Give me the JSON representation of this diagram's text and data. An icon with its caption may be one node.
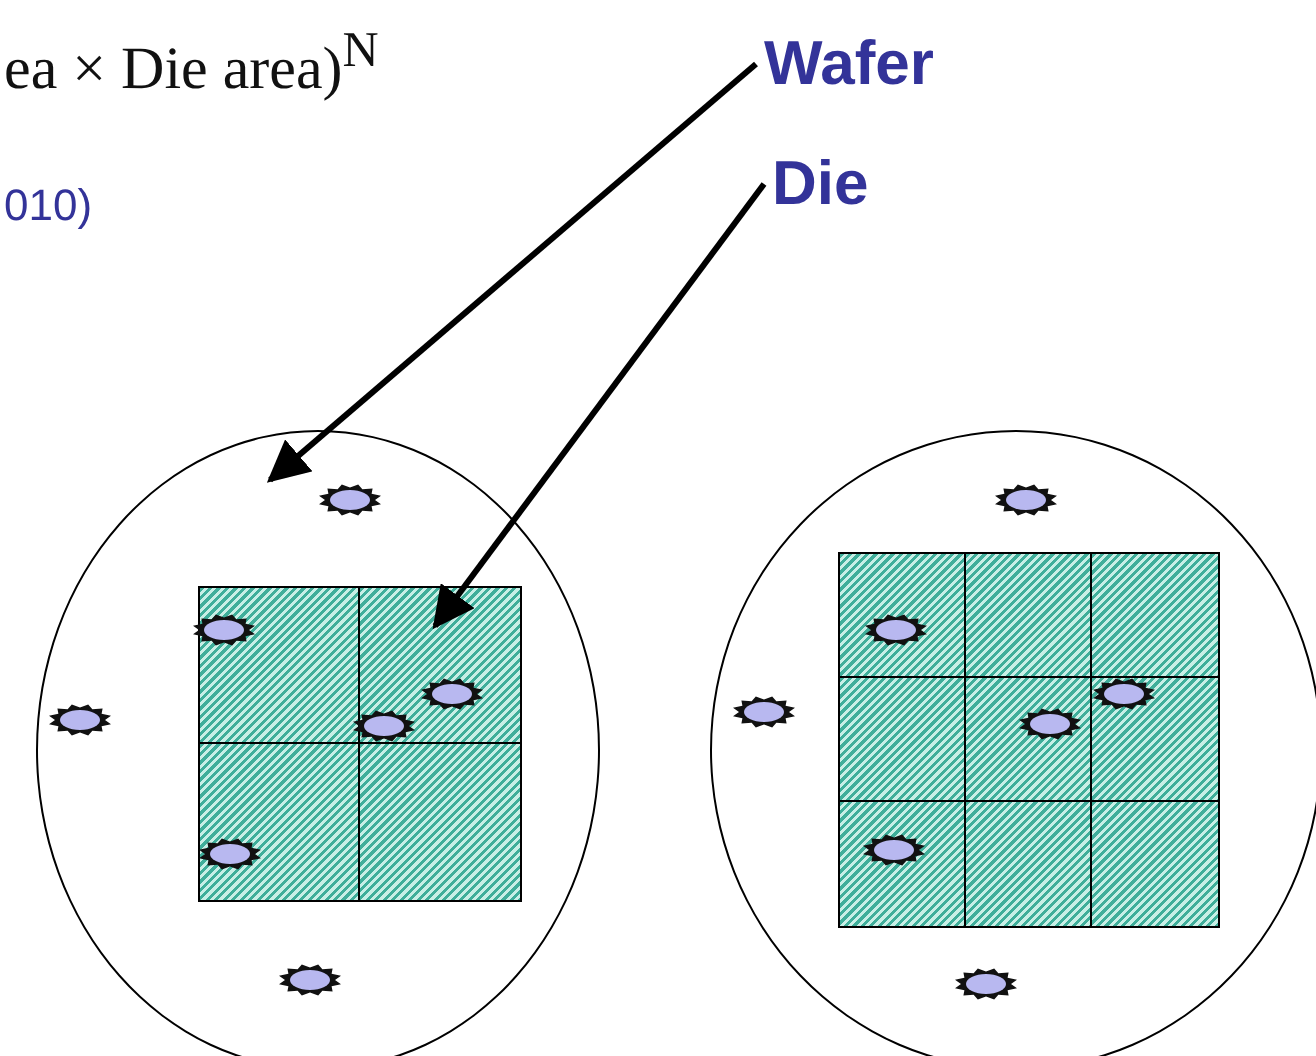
{
  "diagram": {
    "nodes": [
      {
        "text": [
          "Wafer"
        ]
      },
      {
        "text": [
          "Die"
        ]
      },
      {
        "text": [],
        "shape": "circle"
      },
      {
        "text": [],
        "shape": "box",
        "in": 2
      },
      {
        "text": [],
        "shape": "box",
        "in": 2
      },
      {
        "text": [],
        "shape": "box",
        "in": 2
      },
      {
        "text": [],
        "shape": "box",
        "in": 2
      },
      {
        "text": [],
        "shape": "circle"
      },
      {
        "text": [],
        "shape": "box",
        "in": 7
      },
      {
        "text": [],
        "shape": "box",
        "in": 7
      },
      {
        "text": [],
        "shape": "box",
        "in": 7
      },
      {
        "text": [],
        "shape": "box",
        "in": 7
      },
      {
        "text": [],
        "shape": "box",
        "in": 7
      },
      {
        "text": [],
        "shape": "box",
        "in": 7
      },
      {
        "text": [],
        "shape": "box",
        "in": 7
      },
      {
        "text": [],
        "shape": "box",
        "in": 7
      },
      {
        "text": [],
        "shape": "box",
        "in": 7
      }
    ],
    "edges": [
      {
        "from": 0,
        "to": 2,
        "arrow": "to"
      },
      {
        "from": 1,
        "to": 4,
        "arrow": "to"
      }
    ],
    "labels": [
      "ea × Die area)$^{N}$",
      "010)"
    ]
  }
}
